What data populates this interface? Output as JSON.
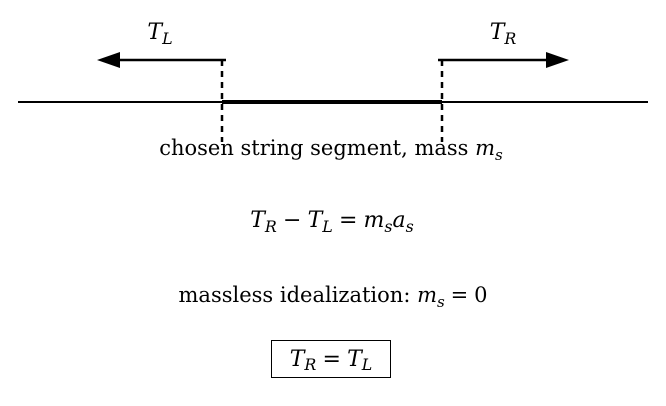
{
  "labels": {
    "left_tension": {
      "symbol": "T",
      "subscript": "L"
    },
    "right_tension": {
      "symbol": "T",
      "subscript": "R"
    }
  },
  "caption": {
    "text": "chosen string segment, mass ",
    "mass_symbol": "m",
    "mass_subscript": "s"
  },
  "equation_newton": {
    "lhs1": "T",
    "lhs1_sub": "R",
    "minus": "−",
    "lhs2": "T",
    "lhs2_sub": "L",
    "equals": "=",
    "rhs_m": "m",
    "rhs_m_sub": "s",
    "rhs_a": "a",
    "rhs_a_sub": "s"
  },
  "massless": {
    "text": "massless idealization: ",
    "mass_symbol": "m",
    "mass_subscript": "s",
    "equals": "=",
    "value": "0"
  },
  "result": {
    "lhs": "T",
    "lhs_sub": "R",
    "equals": "=",
    "rhs": "T",
    "rhs_sub": "L"
  },
  "colors": {
    "ink": "#000000",
    "background": "#ffffff"
  }
}
